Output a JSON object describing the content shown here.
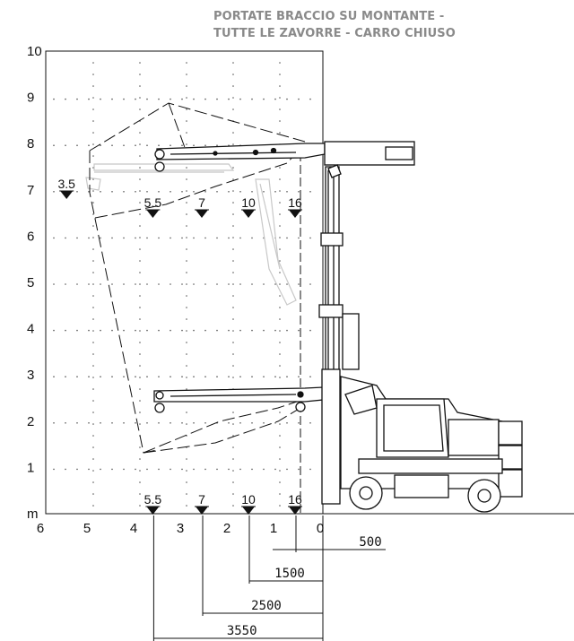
{
  "title": {
    "line1": "PORTATE BRACCIO SU MONTANTE -",
    "line2": "TUTTE LE ZAVORRE - CARRO CHIUSO"
  },
  "axes": {
    "vertical_unit": "m",
    "vertical_ticks": [
      "10",
      "9",
      "8",
      "7",
      "6",
      "5",
      "4",
      "3",
      "2",
      "1"
    ],
    "horizontal_ticks": [
      "6",
      "5",
      "4",
      "3",
      "2",
      "1",
      "0"
    ]
  },
  "capacity_marks_top": [
    {
      "label": "3.5",
      "x_m": 5.4
    },
    {
      "label": "5.5",
      "x_m": 3.55
    },
    {
      "label": "7",
      "x_m": 2.5
    },
    {
      "label": "10",
      "x_m": 1.5
    },
    {
      "label": "16",
      "x_m": 0.5
    }
  ],
  "capacity_marks_bottom": [
    {
      "label": "5.5",
      "x_m": 3.55
    },
    {
      "label": "7",
      "x_m": 2.5
    },
    {
      "label": "10",
      "x_m": 1.5
    },
    {
      "label": "16",
      "x_m": 0.5
    }
  ],
  "dimensions": [
    {
      "label": "500",
      "reach_m": 0.5
    },
    {
      "label": "1500",
      "reach_m": 1.5
    },
    {
      "label": "2500",
      "reach_m": 2.5
    },
    {
      "label": "3550",
      "reach_m": 3.55
    }
  ],
  "colors": {
    "line": "#111111",
    "title": "#8a8a8a",
    "grid_dot": "#555555",
    "ghost": "#c8c8c8"
  }
}
